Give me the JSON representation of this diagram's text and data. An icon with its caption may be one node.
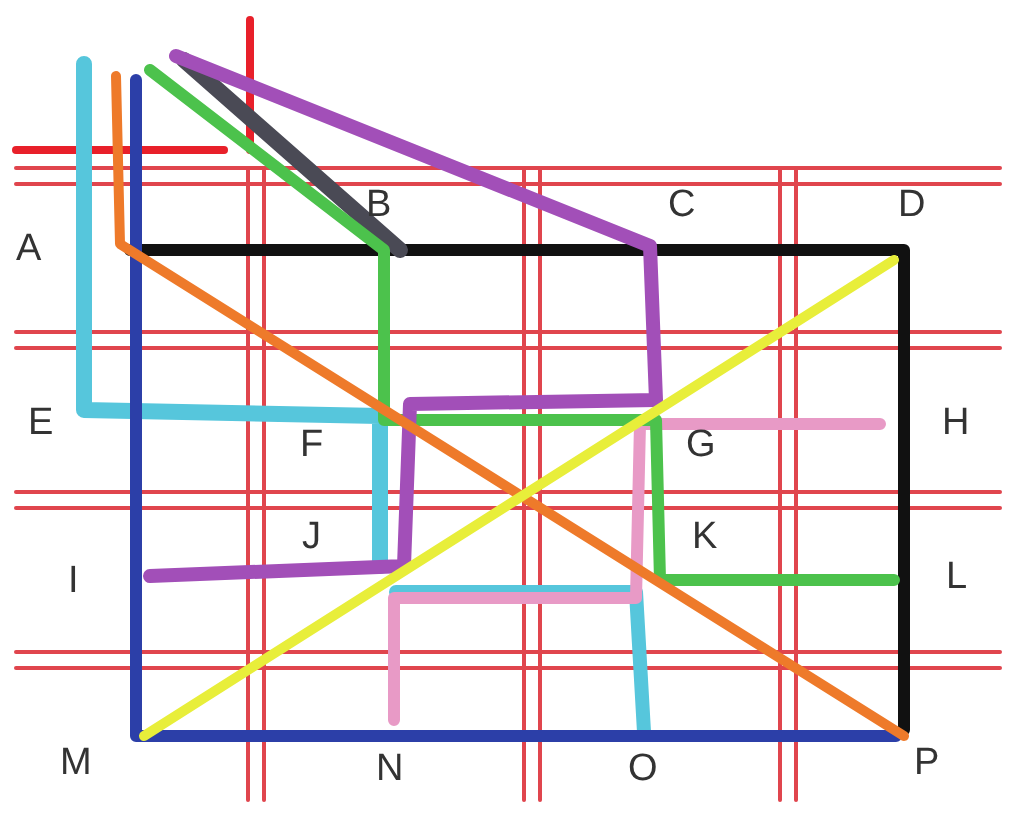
{
  "diagram": {
    "labels": [
      "A",
      "B",
      "C",
      "D",
      "E",
      "F",
      "G",
      "H",
      "I",
      "J",
      "K",
      "L",
      "M",
      "N",
      "O",
      "P"
    ]
  }
}
